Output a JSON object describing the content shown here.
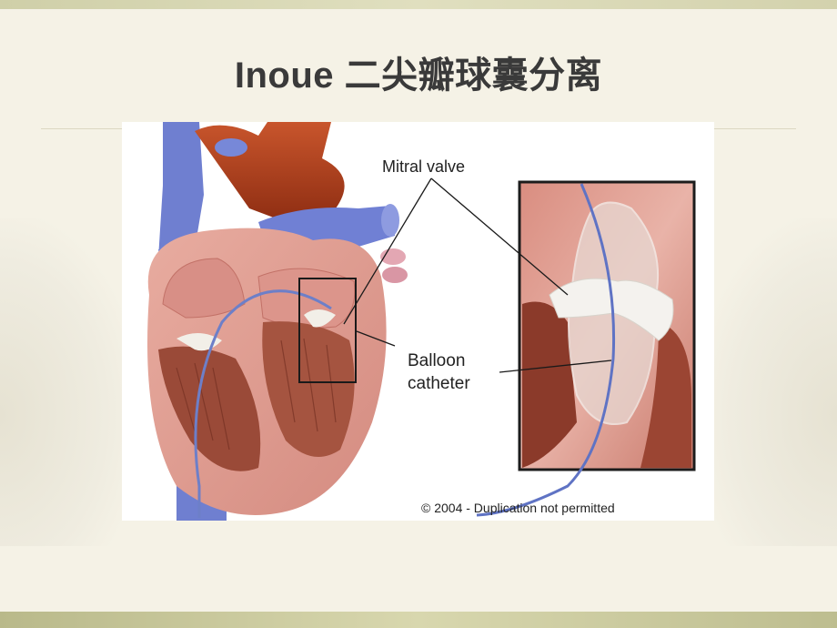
{
  "slide": {
    "title": "Inoue 二尖瓣球囊分离"
  },
  "figure": {
    "label_mitral_valve": "Mitral valve",
    "label_balloon_line1": "Balloon",
    "label_balloon_line2": "catheter",
    "copyright": "© 2004 - Duplication not permitted"
  }
}
